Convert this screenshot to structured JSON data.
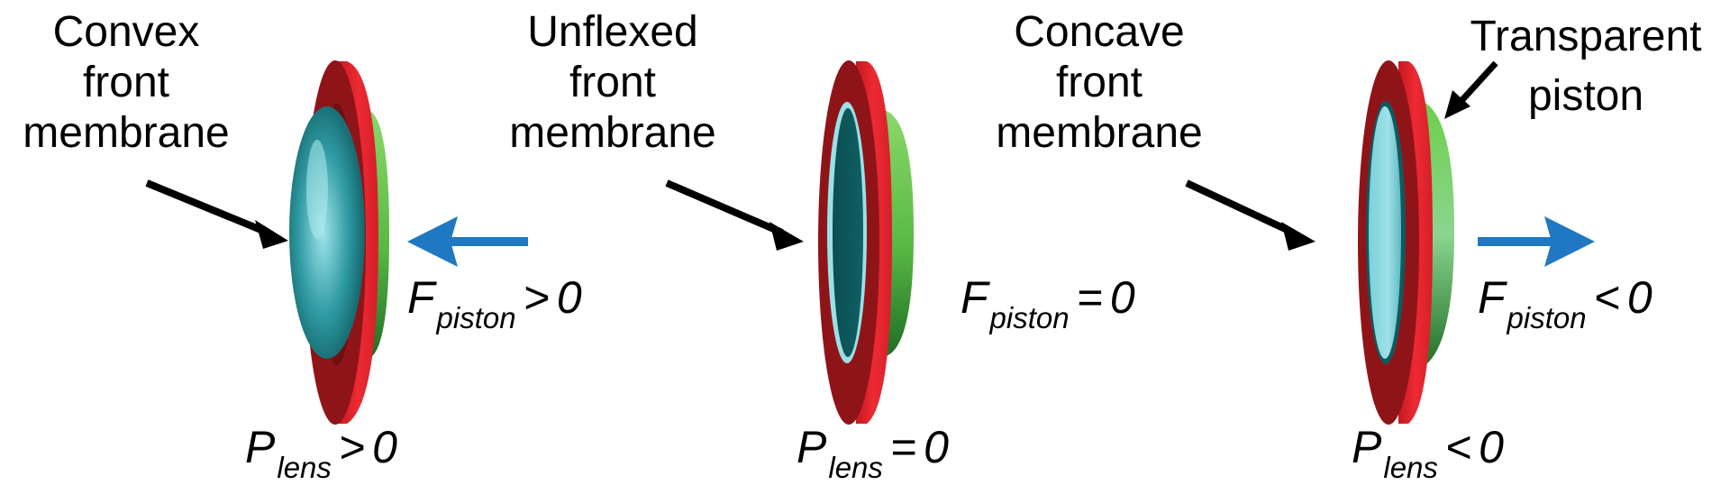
{
  "colors": {
    "ring_red": "#e8232f",
    "ring_dark_red": "#8f1418",
    "lens_cyan": "#7fd3dc",
    "lens_dark_teal": "#0e5a5e",
    "piston_green": "#62c247",
    "arrow_blue": "#1f78c1",
    "text": "#000000"
  },
  "panels": [
    {
      "label_lines": [
        "Convex",
        "front",
        "membrane"
      ],
      "piston": {
        "symbol": "F",
        "sub": "piston",
        "rel": ">",
        "value": "0"
      },
      "lens": {
        "symbol": "P",
        "sub": "lens",
        "rel": ">",
        "value": "0"
      },
      "force_arrow": "arrow-left-icon"
    },
    {
      "label_lines": [
        "Unflexed",
        "front",
        "membrane"
      ],
      "piston": {
        "symbol": "F",
        "sub": "piston",
        "rel": "=",
        "value": "0"
      },
      "lens": {
        "symbol": "P",
        "sub": "lens",
        "rel": "=",
        "value": "0"
      }
    },
    {
      "label_lines": [
        "Concave",
        "front",
        "membrane"
      ],
      "piston": {
        "symbol": "F",
        "sub": "piston",
        "rel": "<",
        "value": "0"
      },
      "lens": {
        "symbol": "P",
        "sub": "lens",
        "rel": "<",
        "value": "0"
      },
      "force_arrow": "arrow-right-icon"
    }
  ],
  "callout": {
    "label_lines": [
      "Transparent",
      "piston"
    ]
  }
}
